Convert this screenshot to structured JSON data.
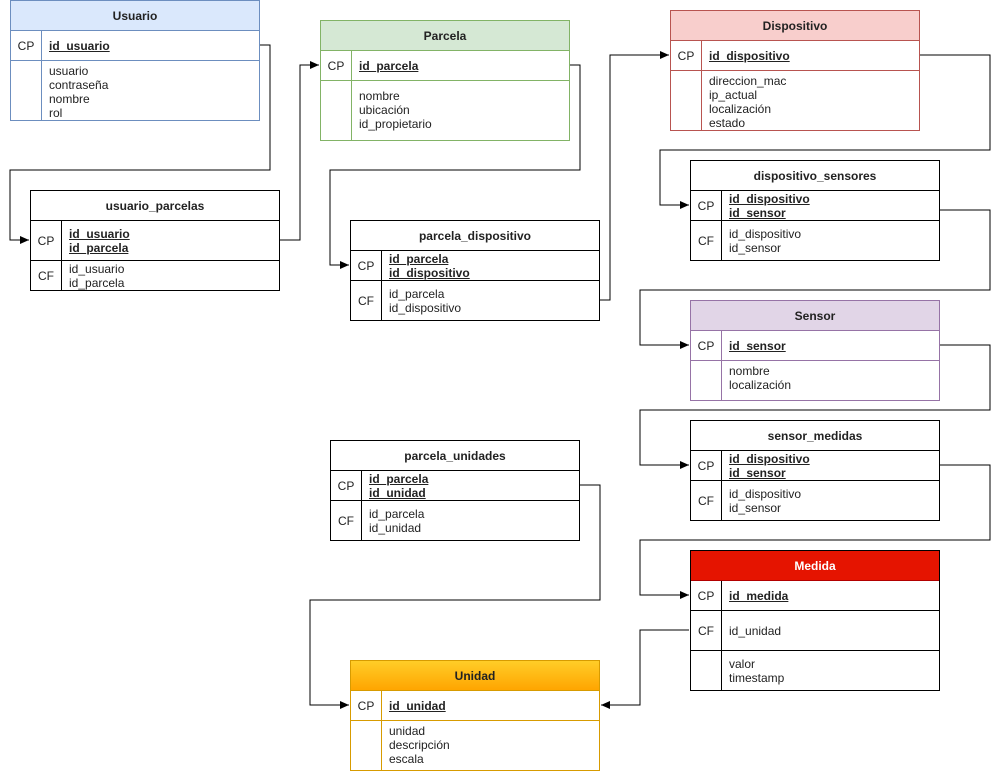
{
  "entities": {
    "usuario": {
      "title": "Usuario",
      "cp_label": "CP",
      "pk": [
        "id_usuario"
      ],
      "attrs": [
        "usuario",
        "contraseña",
        "nombre",
        "rol"
      ]
    },
    "parcela": {
      "title": "Parcela",
      "cp_label": "CP",
      "pk": [
        "id_parcela"
      ],
      "attrs": [
        "nombre",
        "ubicación",
        "id_propietario"
      ]
    },
    "dispositivo": {
      "title": "Dispositivo",
      "cp_label": "CP",
      "pk": [
        "id_dispositivo"
      ],
      "attrs": [
        "direccion_mac",
        "ip_actual",
        "localización",
        "estado"
      ]
    },
    "usuario_parcelas": {
      "title": "usuario_parcelas",
      "cp_label": "CP",
      "cf_label": "CF",
      "pk": [
        "id_usuario",
        "id_parcela"
      ],
      "fk": [
        "id_usuario",
        "id_parcela"
      ]
    },
    "parcela_dispositivo": {
      "title": "parcela_dispositivo",
      "cp_label": "CP",
      "cf_label": "CF",
      "pk": [
        "id_parcela",
        "id_dispositivo"
      ],
      "fk": [
        "id_parcela",
        "id_dispositivo"
      ]
    },
    "dispositivo_sensores": {
      "title": "dispositivo_sensores",
      "cp_label": "CP",
      "cf_label": "CF",
      "pk": [
        "id_dispositivo",
        "id_sensor"
      ],
      "fk": [
        "id_dispositivo",
        "id_sensor"
      ]
    },
    "sensor": {
      "title": "Sensor",
      "cp_label": "CP",
      "pk": [
        "id_sensor"
      ],
      "attrs": [
        "nombre",
        "localización"
      ]
    },
    "sensor_medidas": {
      "title": "sensor_medidas",
      "cp_label": "CP",
      "cf_label": "CF",
      "pk": [
        "id_dispositivo",
        "id_sensor"
      ],
      "fk": [
        "id_dispositivo",
        "id_sensor"
      ]
    },
    "parcela_unidades": {
      "title": "parcela_unidades",
      "cp_label": "CP",
      "cf_label": "CF",
      "pk": [
        "id_parcela",
        "id_unidad"
      ],
      "fk": [
        "id_parcela",
        "id_unidad"
      ]
    },
    "medida": {
      "title": "Medida",
      "cp_label": "CP",
      "cf_label": "CF",
      "pk": [
        "id_medida"
      ],
      "fk": [
        "id_unidad"
      ],
      "attrs": [
        "valor",
        "timestamp"
      ]
    },
    "unidad": {
      "title": "Unidad",
      "cp_label": "CP",
      "pk": [
        "id_unidad"
      ],
      "attrs": [
        "unidad",
        "descripción",
        "escala"
      ]
    }
  },
  "colors": {
    "usuario": "#dae8fc",
    "parcela": "#d5e8d4",
    "dispositivo": "#f8cecc",
    "sensor": "#e1d5e7",
    "medida": "#e51400",
    "unidad": "#ffcd28",
    "connector": "#000000"
  }
}
